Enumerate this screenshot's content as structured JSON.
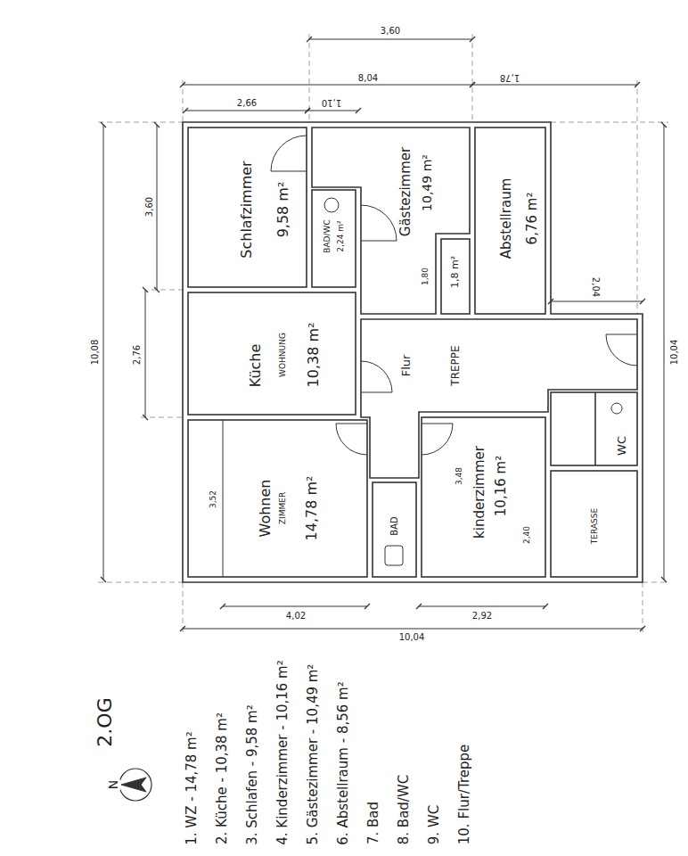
{
  "diagram": {
    "title": "2.OG",
    "nodes": [
      {
        "text": [
          "Schlafzimmer",
          "9,58 m²"
        ]
      },
      {
        "text": [
          "BAD/WC",
          "2,24 m²"
        ]
      },
      {
        "text": [
          "Gästezimmer",
          "10,49 m²"
        ]
      },
      {
        "text": [
          "1,8 m²"
        ]
      },
      {
        "text": [
          "Abstellraum",
          "6,76 m²"
        ]
      },
      {
        "text": [
          "Küche",
          "WOHNUNG",
          "10,38 m²"
        ]
      },
      {
        "text": [
          "Flur",
          "TREPPE"
        ]
      },
      {
        "text": [
          "WC"
        ]
      },
      {
        "text": [
          "Wohnen",
          "ZIMMER",
          "14,78 m²"
        ]
      },
      {
        "text": [
          "BAD"
        ]
      },
      {
        "text": [
          "kinderzimmer",
          "10,16 m²"
        ]
      },
      {
        "text": [
          "TERASSE"
        ]
      }
    ],
    "labels": [
      "3,60",
      "8,04",
      "1,78",
      "2,66",
      "1,10",
      "3,60",
      "2,76",
      "10,08",
      "1,80",
      "2,04",
      "3,52",
      "3,48",
      "2,40",
      "4,02",
      "2,92",
      "10,04",
      "10,04",
      "N",
      "1. WZ - 14,78 m²",
      "2. Küche - 10,38 m²",
      "3. Schlafen - 9,58 m²",
      "4. Kinderzimmer - 10,16 m²",
      "5. Gästezimmer - 10,49 m²",
      "6. Abstellraum - 8,56 m²",
      "7. Bad",
      "8. Bad/WC",
      "9. WC",
      "10. Flur/Treppe"
    ]
  }
}
